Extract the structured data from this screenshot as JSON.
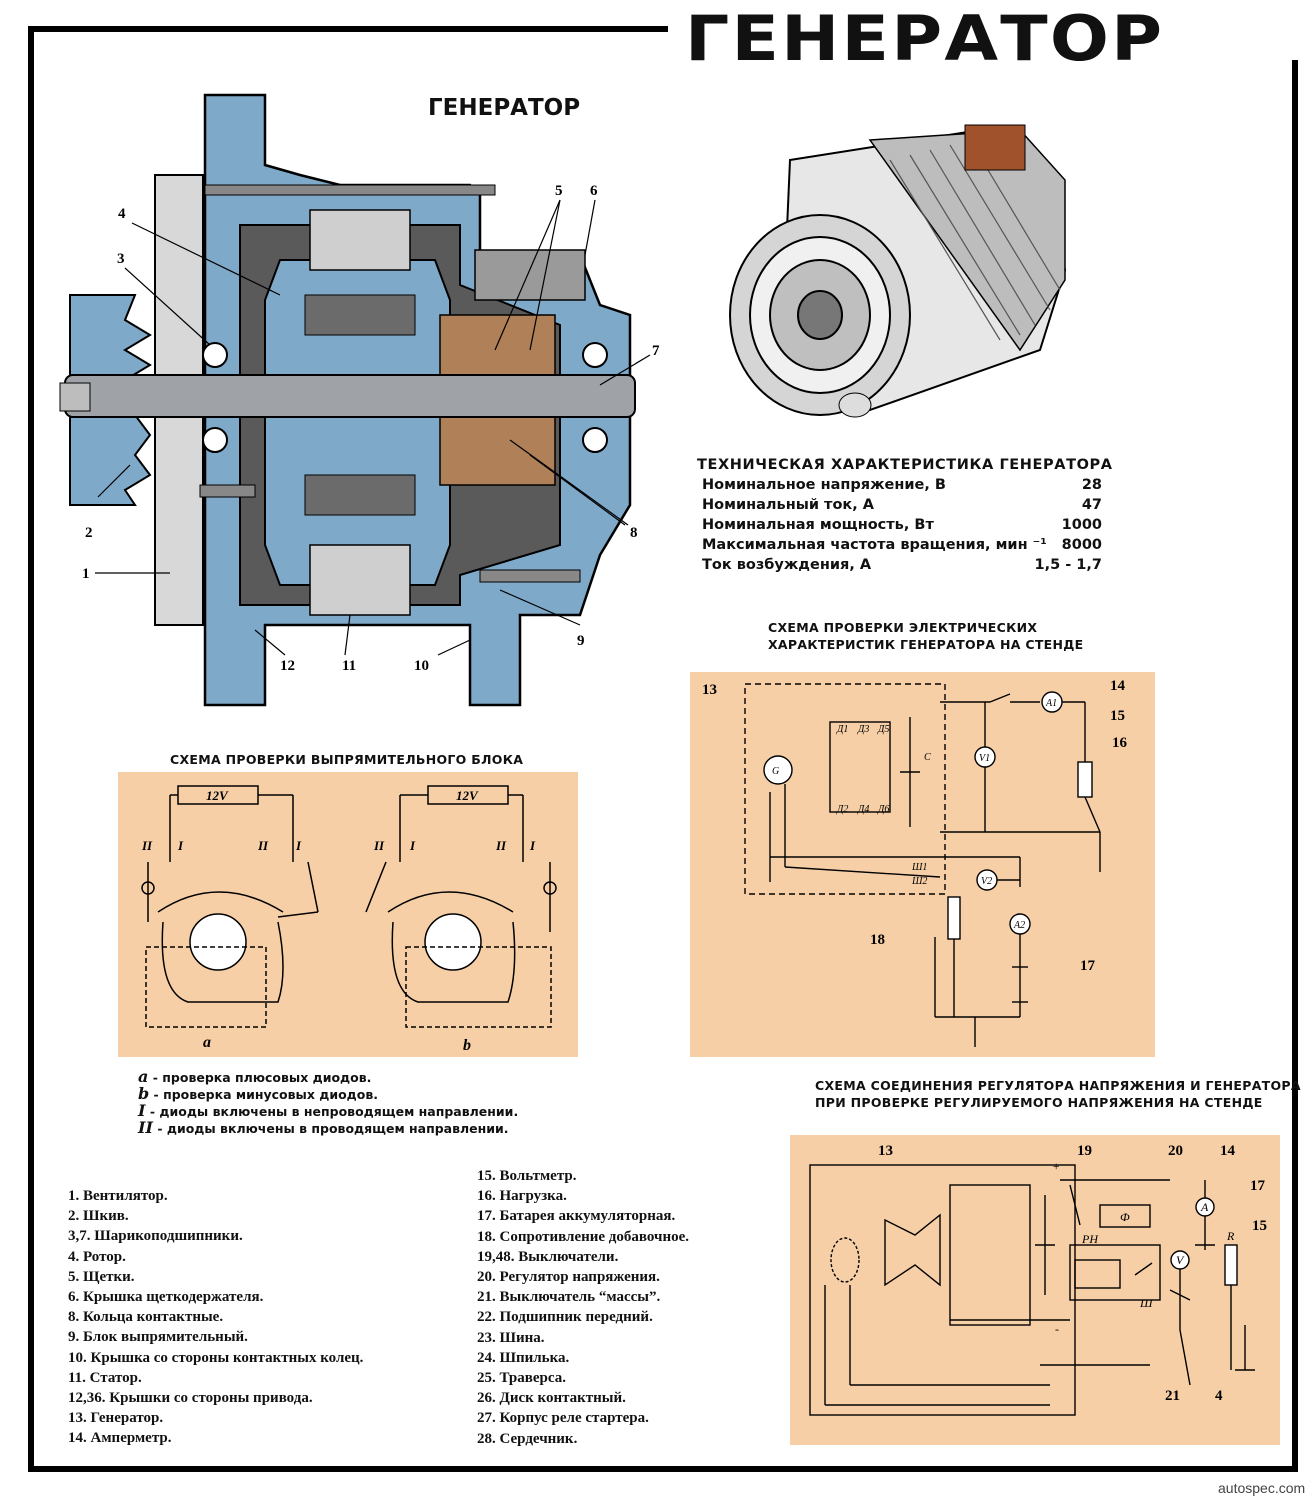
{
  "main_title": "ГЕНЕРАТОР",
  "sub_title": "ГЕНЕРАТОР",
  "callout_numbers": [
    "1",
    "2",
    "3",
    "4",
    "5",
    "6",
    "7",
    "8",
    "9",
    "10",
    "11",
    "12"
  ],
  "specs": {
    "title": "ТЕХНИЧЕСКАЯ ХАРАКТЕРИСТИКА ГЕНЕРАТОРА",
    "rows": [
      {
        "label": "Номинальное напряжение, В",
        "value": "28"
      },
      {
        "label": "Номинальный ток, А",
        "value": "47"
      },
      {
        "label": "Номинальная мощность, Вт",
        "value": "1000"
      },
      {
        "label": "Максимальная частота вращения, мин ⁻¹",
        "value": "8000"
      },
      {
        "label": "Ток возбуждения, А",
        "value": "1,5 - 1,7"
      }
    ]
  },
  "rectifier_scheme": {
    "title": "СХЕМА ПРОВЕРКИ ВЫПРЯМИТЕЛЬНОГО БЛОКА",
    "battery_label": "12V",
    "switch_labels": [
      "II",
      "I"
    ],
    "variant_labels": [
      "a",
      "b"
    ],
    "legend": [
      {
        "key": "a",
        "text": " - проверка плюсовых диодов."
      },
      {
        "key": "b",
        "text": " - проверка минусовых диодов."
      },
      {
        "key": "I",
        "text": " - диоды включены в непроводящем направлении."
      },
      {
        "key": "II",
        "text": " - диоды включены в проводящем направлении."
      }
    ]
  },
  "stand_scheme": {
    "title_line1": "СХЕМА ПРОВЕРКИ ЭЛЕКТРИЧЕСКИХ",
    "title_line2": "ХАРАКТЕРИСТИК ГЕНЕРАТОРА НА СТЕНДЕ",
    "labels": [
      "13",
      "14",
      "15",
      "16",
      "17",
      "18"
    ],
    "symbols": [
      "Д1",
      "Д3",
      "Д5",
      "Д2",
      "Д4",
      "Д6",
      "C",
      "A1",
      "V1",
      "V2",
      "A2",
      "Ш1",
      "Ш2",
      "G"
    ]
  },
  "regulator_scheme": {
    "title_line1": "СХЕМА СОЕДИНЕНИЯ РЕГУЛЯТОРА НАПРЯЖЕНИЯ И ГЕНЕРАТОРА",
    "title_line2": "ПРИ ПРОВЕРКЕ РЕГУЛИРУЕМОГО НАПРЯЖЕНИЯ НА СТЕНДЕ",
    "labels": [
      "13",
      "19",
      "20",
      "14",
      "17",
      "15",
      "21",
      "4"
    ],
    "symbols": [
      "Ф",
      "РН",
      "A",
      "V",
      "R",
      "Ш",
      "+",
      "-"
    ]
  },
  "parts_left": [
    "1. Вентилятор.",
    "2. Шкив.",
    "3,7. Шарикоподшипники.",
    "4. Ротор.",
    "5. Щетки.",
    "6. Крышка щеткодержателя.",
    "8. Кольца контактные.",
    "9. Блок выпрямительный.",
    "10. Крышка со стороны контактных колец.",
    "11. Статор.",
    "12,36. Крышки со стороны привода.",
    "13. Генератор.",
    "14. Амперметр."
  ],
  "parts_right": [
    "15. Вольтметр.",
    "16. Нагрузка.",
    "17. Батарея аккумуляторная.",
    "18. Сопротивление добавочное.",
    "19,48. Выключатели.",
    "20. Регулятор напряжения.",
    "21. Выключатель “массы”.",
    "22. Подшипник передний.",
    "23. Шина.",
    "24. Шпилька.",
    "25. Траверса.",
    "26. Диск контактный.",
    "27. Корпус реле стартера.",
    "28. Сердечник."
  ],
  "watermark": "autospec.com",
  "colors": {
    "housing": "#7fa9c9",
    "panel": "#f7cfa6",
    "copper": "#b08058"
  }
}
